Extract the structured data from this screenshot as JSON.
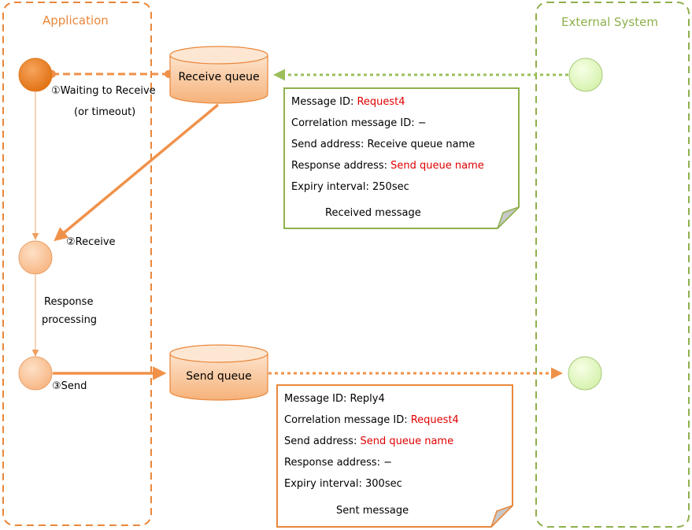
{
  "lanes": {
    "application": "Application",
    "external": "External System"
  },
  "colors": {
    "application": "#e9873b",
    "external": "#8fb04c",
    "highlight": "#e00000"
  },
  "queues": {
    "receive": "Receive queue",
    "send": "Send queue"
  },
  "steps": {
    "waiting": "①Waiting to Receive",
    "waiting_sub": "(or timeout)",
    "receive": "②Receive",
    "processing_1": "Response",
    "processing_2": "processing",
    "send": "③Send"
  },
  "received_message": {
    "id_label": "Message ID: ",
    "id_value": "Request4",
    "corr_label": "Correlation message ID: ",
    "corr_value": "−",
    "send_label": "Send address: ",
    "send_value": "Receive queue name",
    "resp_label": "Response address: ",
    "resp_value": "Send queue name",
    "expiry": "Expiry interval: 250sec",
    "caption": "Received message"
  },
  "sent_message": {
    "id_label": "Message ID: ",
    "id_value": "Reply4",
    "corr_label": "Correlation message ID: ",
    "corr_value": "Request4",
    "send_label": "Send address: ",
    "send_value": "Send queue name",
    "resp_label": "Response address: ",
    "resp_value": "−",
    "expiry": "Expiry interval: 300sec",
    "caption": "Sent message"
  }
}
